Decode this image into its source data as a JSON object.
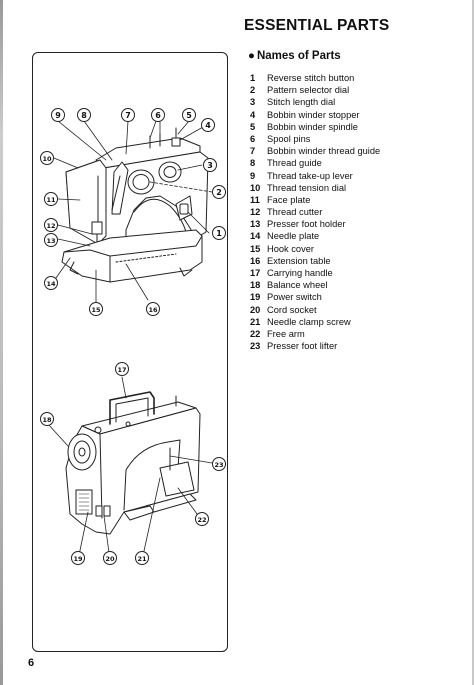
{
  "page": {
    "title": "ESSENTIAL PARTS",
    "section_heading": "Names of Parts",
    "page_number": "6"
  },
  "parts": [
    {
      "num": "1",
      "label": "Reverse stitch button"
    },
    {
      "num": "2",
      "label": "Pattern selector dial"
    },
    {
      "num": "3",
      "label": "Stitch length dial"
    },
    {
      "num": "4",
      "label": "Bobbin winder stopper"
    },
    {
      "num": "5",
      "label": "Bobbin winder spindle"
    },
    {
      "num": "6",
      "label": "Spool pins"
    },
    {
      "num": "7",
      "label": "Bobbin winder thread guide"
    },
    {
      "num": "8",
      "label": "Thread guide"
    },
    {
      "num": "9",
      "label": "Thread take-up lever"
    },
    {
      "num": "10",
      "label": "Thread tension dial"
    },
    {
      "num": "11",
      "label": "Face plate"
    },
    {
      "num": "12",
      "label": "Thread cutter"
    },
    {
      "num": "13",
      "label": "Presser foot holder"
    },
    {
      "num": "14",
      "label": "Needle plate"
    },
    {
      "num": "15",
      "label": "Hook cover"
    },
    {
      "num": "16",
      "label": "Extension table"
    },
    {
      "num": "17",
      "label": "Carrying handle"
    },
    {
      "num": "18",
      "label": "Balance wheel"
    },
    {
      "num": "19",
      "label": "Power switch"
    },
    {
      "num": "20",
      "label": "Cord socket"
    },
    {
      "num": "21",
      "label": "Needle clamp screw"
    },
    {
      "num": "22",
      "label": "Free arm"
    },
    {
      "num": "23",
      "label": "Presser foot lifter"
    }
  ],
  "figure": {
    "front_view_callouts": [
      "9",
      "8",
      "7",
      "6",
      "5",
      "4",
      "10",
      "3",
      "2",
      "11",
      "1",
      "12",
      "13",
      "14",
      "15",
      "16"
    ],
    "rear_view_callouts": [
      "17",
      "18",
      "23",
      "22",
      "19",
      "20",
      "21"
    ]
  }
}
